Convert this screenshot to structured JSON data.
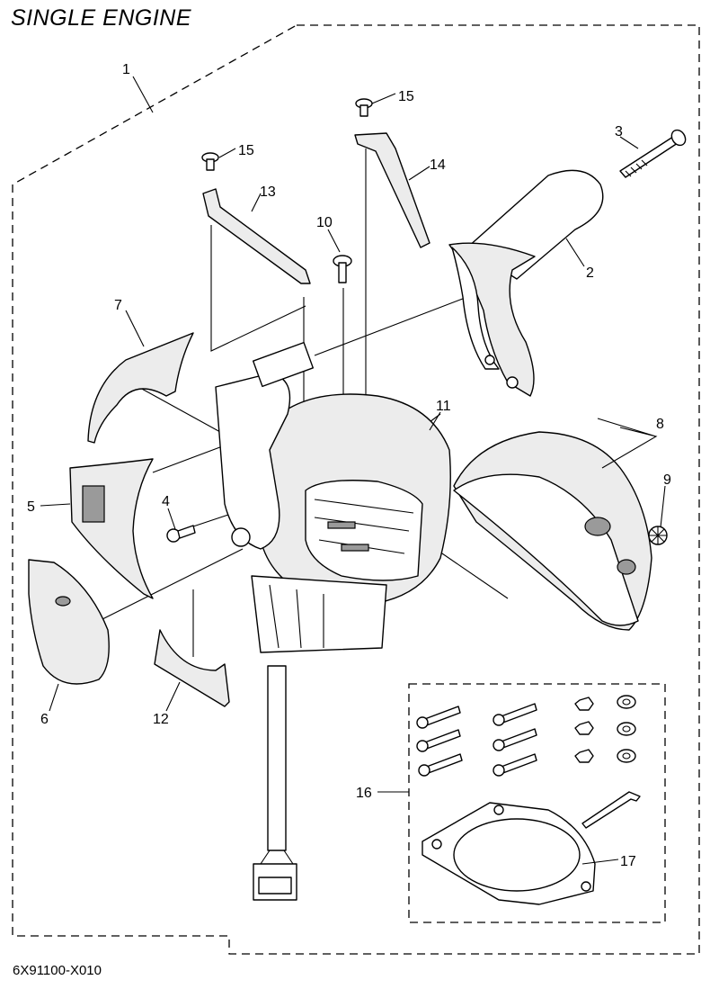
{
  "header": {
    "title": "SINGLE ENGINE"
  },
  "footer": {
    "drawing_code": "6X91100-X010"
  },
  "callouts": {
    "c1": "1",
    "c2": "2",
    "c3": "3",
    "c4": "4",
    "c5": "5",
    "c6": "6",
    "c7": "7",
    "c8": "8",
    "c9": "9",
    "c10": "10",
    "c11": "11",
    "c12": "12",
    "c13": "13",
    "c14": "14",
    "c15a": "15",
    "c15b": "15",
    "c16": "16",
    "c17": "17"
  }
}
